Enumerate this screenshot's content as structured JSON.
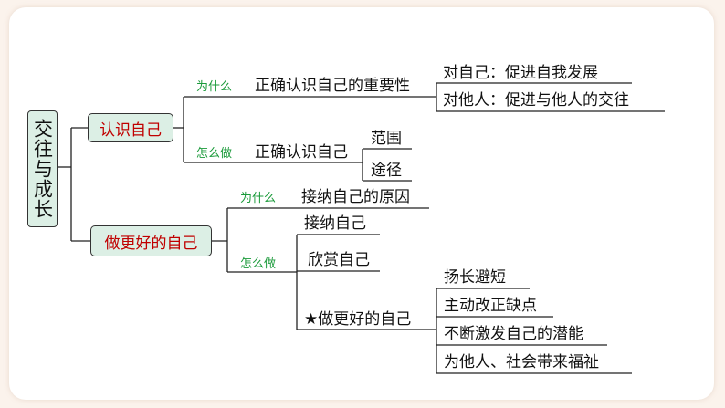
{
  "root": "交往与成长",
  "branch1": {
    "label": "认识自己",
    "why": {
      "question": "为什么",
      "topic": "正确认识自己的重要性",
      "points": [
        "对自己：促进自我发展",
        "对他人：促进与他人的交往"
      ]
    },
    "how": {
      "question": "怎么做",
      "topic": "正确认识自己",
      "points": [
        "范围",
        "途径"
      ]
    }
  },
  "branch2": {
    "label": "做更好的自己",
    "why": {
      "question": "为什么",
      "topic": "接纳自己的原因"
    },
    "how": {
      "question": "怎么做",
      "items": [
        "接纳自己",
        "欣赏自己",
        "★做更好的自己"
      ],
      "points": [
        "扬长避短",
        "主动改正缺点",
        "不断激发自己的潜能",
        "为他人、社会带来福祉"
      ]
    }
  },
  "colors": {
    "box_fill": "#dcefe5",
    "branch_text": "#c00000",
    "question_text": "#1a9a3a"
  }
}
